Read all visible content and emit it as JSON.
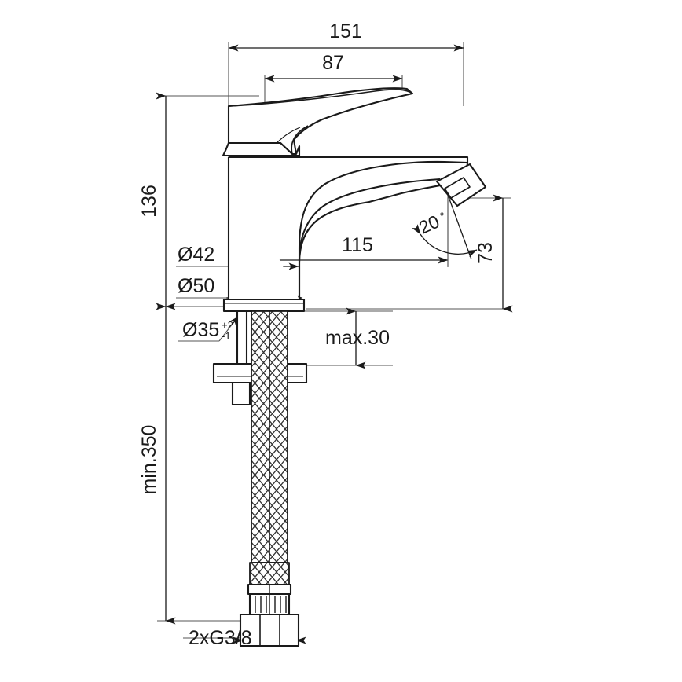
{
  "drawing": {
    "type": "technical-dimension-drawing",
    "subject": "single-lever basin mixer tap",
    "units": "mm",
    "line_color": "#1a1a1a",
    "dimension_line_color": "#555555",
    "background_color": "#ffffff"
  },
  "dimensions": {
    "overall_length": {
      "label": "151",
      "orientation": "horizontal",
      "position": "top"
    },
    "handle_length": {
      "label": "87",
      "orientation": "horizontal",
      "position": "top-inner"
    },
    "overall_height": {
      "label": "136",
      "orientation": "vertical-rotated",
      "position": "left"
    },
    "spout_reach": {
      "label": "115",
      "orientation": "horizontal",
      "position": "middle"
    },
    "spout_height": {
      "label": "73",
      "orientation": "vertical-rotated",
      "position": "right"
    },
    "aerator_angle": {
      "label": "20",
      "symbol": "°",
      "orientation": "angular",
      "position": "spout-outlet"
    },
    "base_diameter_upper": {
      "label": "Ø42",
      "orientation": "horizontal",
      "position": "left-of-body"
    },
    "base_diameter_lower": {
      "label": "Ø50",
      "orientation": "horizontal",
      "position": "left-of-flange"
    },
    "hole_diameter": {
      "label": "Ø35",
      "tolerance_upper": "+2",
      "tolerance_lower": "-1",
      "orientation": "leader-note",
      "position": "below-flange"
    },
    "max_deck_thickness": {
      "label": "max.30",
      "orientation": "vertical-arrows",
      "position": "right-of-shank"
    },
    "min_hose_length": {
      "label": "min.350",
      "orientation": "vertical-rotated",
      "position": "far-left"
    },
    "connection_thread": {
      "label": "2xG3/8",
      "orientation": "horizontal-leader",
      "position": "bottom"
    }
  }
}
